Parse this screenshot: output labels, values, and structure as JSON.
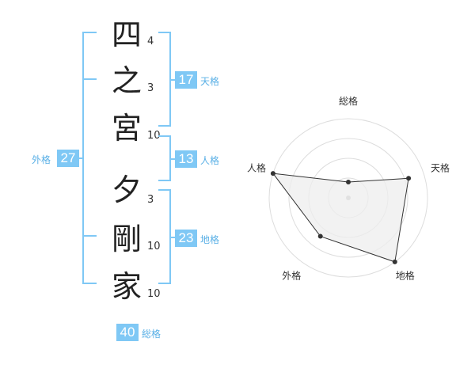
{
  "name": {
    "surname": [
      {
        "char": "四",
        "strokes": "4"
      },
      {
        "char": "之",
        "strokes": "3"
      },
      {
        "char": "宮",
        "strokes": "10"
      }
    ],
    "given": [
      {
        "char": "夕",
        "strokes": "3"
      },
      {
        "char": "剛",
        "strokes": "10"
      },
      {
        "char": "家",
        "strokes": "10"
      }
    ]
  },
  "fortunes": {
    "tenkaku": {
      "value": "17",
      "label": "天格"
    },
    "jinkaku": {
      "value": "13",
      "label": "人格"
    },
    "chikaku": {
      "value": "23",
      "label": "地格"
    },
    "gaikaku": {
      "value": "27",
      "label": "外格"
    },
    "soukaku": {
      "value": "40",
      "label": "総格"
    }
  },
  "chart_data": {
    "type": "radar",
    "axes": [
      "総格",
      "天格",
      "地格",
      "外格",
      "人格"
    ],
    "max": 5,
    "rings": 4,
    "values": [
      1,
      4,
      5,
      3,
      5
    ],
    "colors": {
      "fill": "#eeeeee",
      "line": "#333333",
      "grid": "#dddddd",
      "point": "#333333",
      "center": "#bbbbbb"
    }
  }
}
